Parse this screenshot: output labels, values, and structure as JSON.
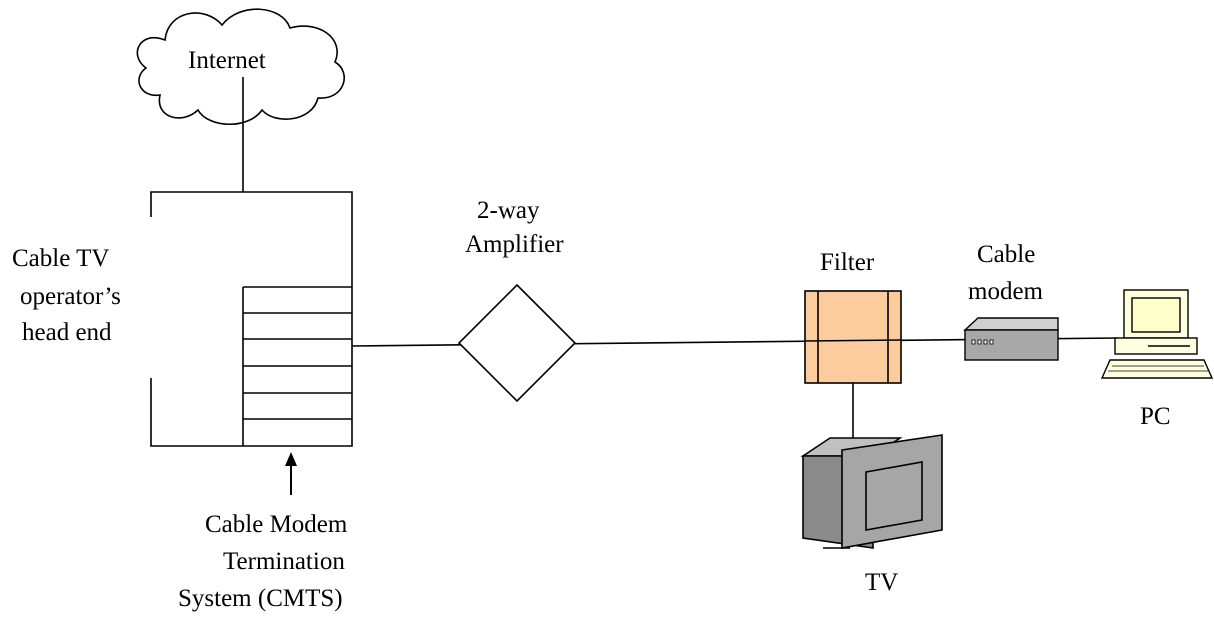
{
  "labels": {
    "internet": "Internet",
    "headend": [
      "Cable TV",
      "operator’s",
      "head end"
    ],
    "amplifier": [
      "2-way",
      "Amplifier"
    ],
    "filter": "Filter",
    "cable_modem": [
      "Cable",
      "modem"
    ],
    "pc": "PC",
    "tv": "TV",
    "cmts": [
      "Cable Modem",
      "Termination",
      "System (CMTS)"
    ]
  },
  "colors": {
    "line": "#000000",
    "filter_fill": "#fccc9e",
    "modem_body": "#a8a8a8",
    "pc_screen": "#ffffcc",
    "pc_body": "#ffffe0",
    "tv_body": "#a6a6a6"
  },
  "icons": {
    "cloud": "cloud-icon",
    "amplifier": "diamond-icon",
    "filter": "filter-icon",
    "modem": "modem-icon",
    "pc": "pc-icon",
    "tv": "tv-icon",
    "arrow": "arrow-up-icon"
  }
}
